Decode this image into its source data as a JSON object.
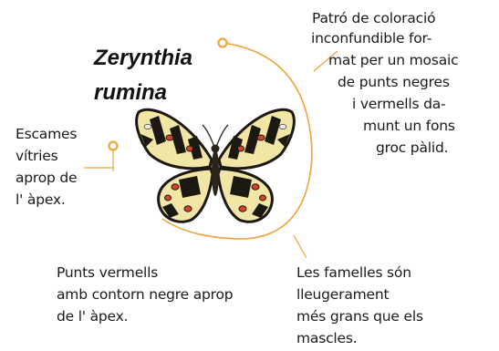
{
  "title": {
    "line1": "Zerynthia",
    "line2": "rumina"
  },
  "annotations": {
    "coloration": [
      "Patró de coloració",
      "inconfundible for-",
      "mat per un mosaic",
      "de punts negres",
      "i vermells da-",
      "munt un fons",
      "groc pàlid."
    ],
    "glassy_scales": [
      "Escames",
      "vítries",
      "aprop de",
      "l' àpex."
    ],
    "red_spots": [
      "Punts vermells",
      "amb contorn negre aprop",
      "de l' àpex."
    ],
    "females": [
      "Les famelles són",
      "lleugerament",
      "més grans que els",
      "mascles."
    ]
  },
  "colors": {
    "callout_line": "#f0a33a",
    "wing_yellow": "#f2e6a6",
    "wing_black": "#1c1812",
    "wing_red": "#d8412a"
  },
  "icons": [
    "butterfly-illustration"
  ]
}
